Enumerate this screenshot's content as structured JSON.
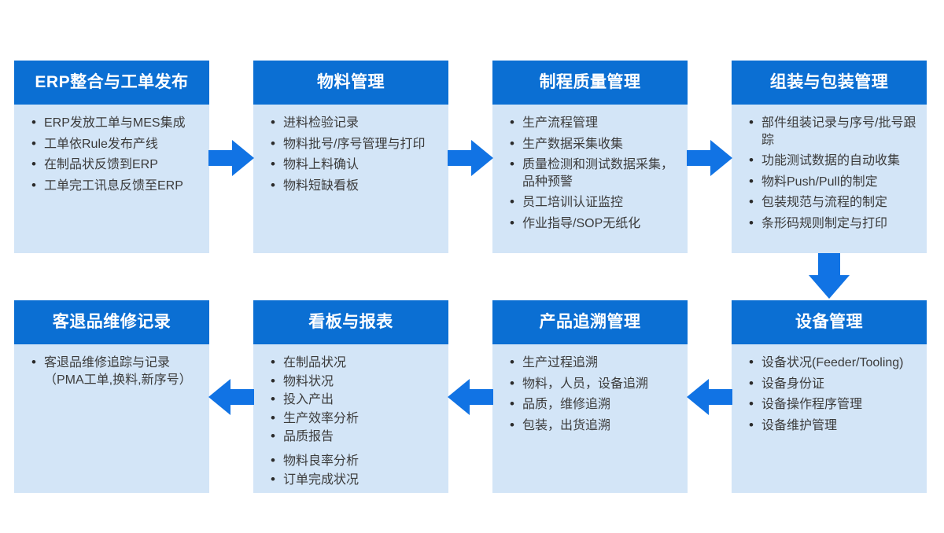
{
  "diagram": {
    "type": "process-flow",
    "flow": "top row left-to-right, down, bottom row right-to-left"
  },
  "colors": {
    "card_header_blue": "#0b6fd3",
    "card_body_blue": "#d3e5f7",
    "arrow_blue": "#1173e4",
    "title_text": "#ffffff",
    "body_text": "#3b3b3b",
    "page_background": "#ffffff"
  },
  "icons": {
    "flow_right": "block-arrow-right-icon",
    "flow_down": "block-arrow-down-icon",
    "flow_left": "block-arrow-left-icon",
    "bullet_glyph": "•"
  },
  "cards": [
    {
      "title": "ERP整合与工单发布",
      "items": [
        "ERP发放工单与MES集成",
        "工单依Rule发布产线",
        "在制品状反馈到ERP",
        "工单完工讯息反馈至ERP"
      ]
    },
    {
      "title": "物料管理",
      "items": [
        "进料检验记录",
        "物料批号/序号管理与打印",
        "物料上料确认",
        "物料短缺看板"
      ]
    },
    {
      "title": "制程质量管理",
      "items": [
        "生产流程管理",
        "生产数据采集收集",
        "质量检测和测试数据采集，品种预警",
        "员工培训认证监控",
        "作业指导/SOP无纸化"
      ]
    },
    {
      "title": "组装与包装管理",
      "items": [
        "部件组装记录与序号/批号跟踪",
        "功能测试数据的自动收集",
        "物料Push/Pull的制定",
        "包装规范与流程的制定",
        "条形码规则制定与打印"
      ]
    },
    {
      "title": "设备管理",
      "items": [
        "设备状况(Feeder/Tooling)",
        "设备身份证",
        "设备操作程序管理",
        "设备维护管理"
      ]
    },
    {
      "title": "产品追溯管理",
      "items": [
        "生产过程追溯",
        "物料，人员，设备追溯",
        "品质，维修追溯",
        "包装，出货追溯"
      ]
    },
    {
      "title": "看板与报表",
      "items": [
        "在制品状况",
        "物料状况",
        "投入产出",
        "生产效率分析",
        "品质报告",
        "物料良率分析",
        "订单完成状况"
      ]
    },
    {
      "title": "客退品维修记录",
      "items": [
        "客退品维修追踪与记录（PMA工单,换料,新序号）"
      ]
    }
  ]
}
